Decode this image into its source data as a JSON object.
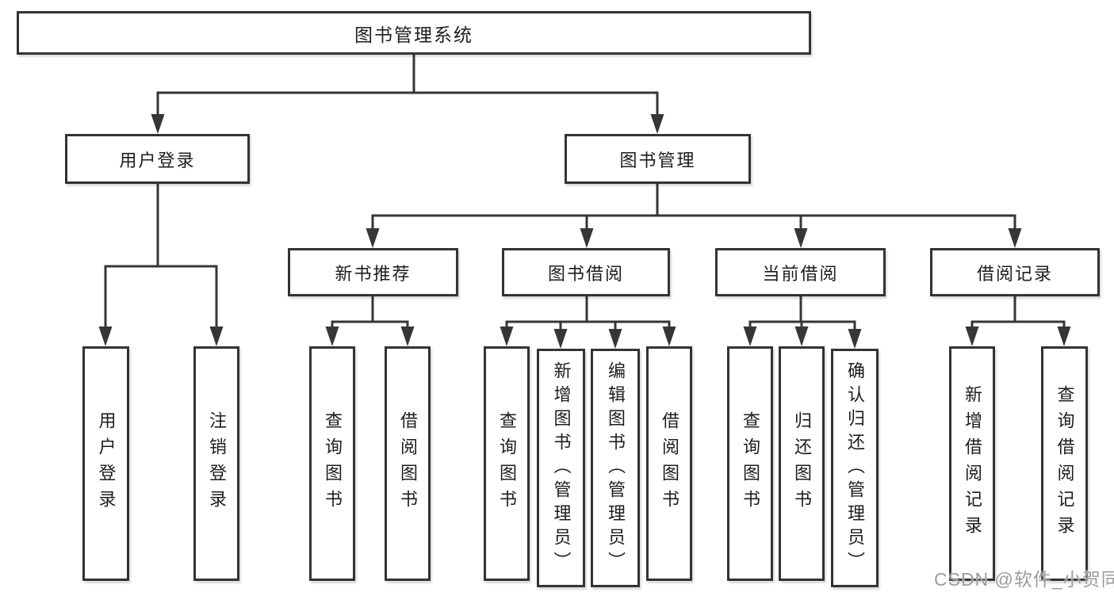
{
  "diagram_title": "图书管理系统",
  "watermark": "CSDN @软件_小贺同学",
  "colors": {
    "line": "#363636",
    "border": "#333333",
    "text": "#1d1d1d",
    "background": "#ffffff",
    "watermark": "#9c9c9c"
  },
  "nodes": {
    "root": {
      "label": "图书管理系统"
    },
    "user_login": {
      "label": "用户登录"
    },
    "book_mgmt": {
      "label": "图书管理"
    },
    "new_book_rec": {
      "label": "新书推荐"
    },
    "book_borrow": {
      "label": "图书借阅"
    },
    "current_borrow": {
      "label": "当前借阅"
    },
    "borrow_record": {
      "label": "借阅记录"
    },
    "leaf_user_login": {
      "label": "用户登录"
    },
    "leaf_logout": {
      "label": "注销登录"
    },
    "leaf_query_book_1": {
      "label": "查询图书"
    },
    "leaf_borrow_book_1": {
      "label": "借阅图书"
    },
    "leaf_query_book_2": {
      "label": "查询图书"
    },
    "leaf_add_book_admin": {
      "label": "新增图书（管理员）"
    },
    "leaf_edit_book_admin": {
      "label": "编辑图书（管理员）"
    },
    "leaf_borrow_book_2": {
      "label": "借阅图书"
    },
    "leaf_query_book_3": {
      "label": "查询图书"
    },
    "leaf_return_book": {
      "label": "归还图书"
    },
    "leaf_confirm_return_admin": {
      "label": "确认归还（管理员）"
    },
    "leaf_add_borrow_record": {
      "label": "新增借阅记录"
    },
    "leaf_query_borrow_record": {
      "label": "查询借阅记录"
    }
  },
  "tree": {
    "图书管理系统": {
      "用户登录": [
        "用户登录",
        "注销登录"
      ],
      "图书管理": {
        "新书推荐": [
          "查询图书",
          "借阅图书"
        ],
        "图书借阅": [
          "查询图书",
          "新增图书（管理员）",
          "编辑图书（管理员）",
          "借阅图书"
        ],
        "当前借阅": [
          "查询图书",
          "归还图书",
          "确认归还（管理员）"
        ],
        "借阅记录": [
          "新增借阅记录",
          "查询借阅记录"
        ]
      }
    }
  }
}
